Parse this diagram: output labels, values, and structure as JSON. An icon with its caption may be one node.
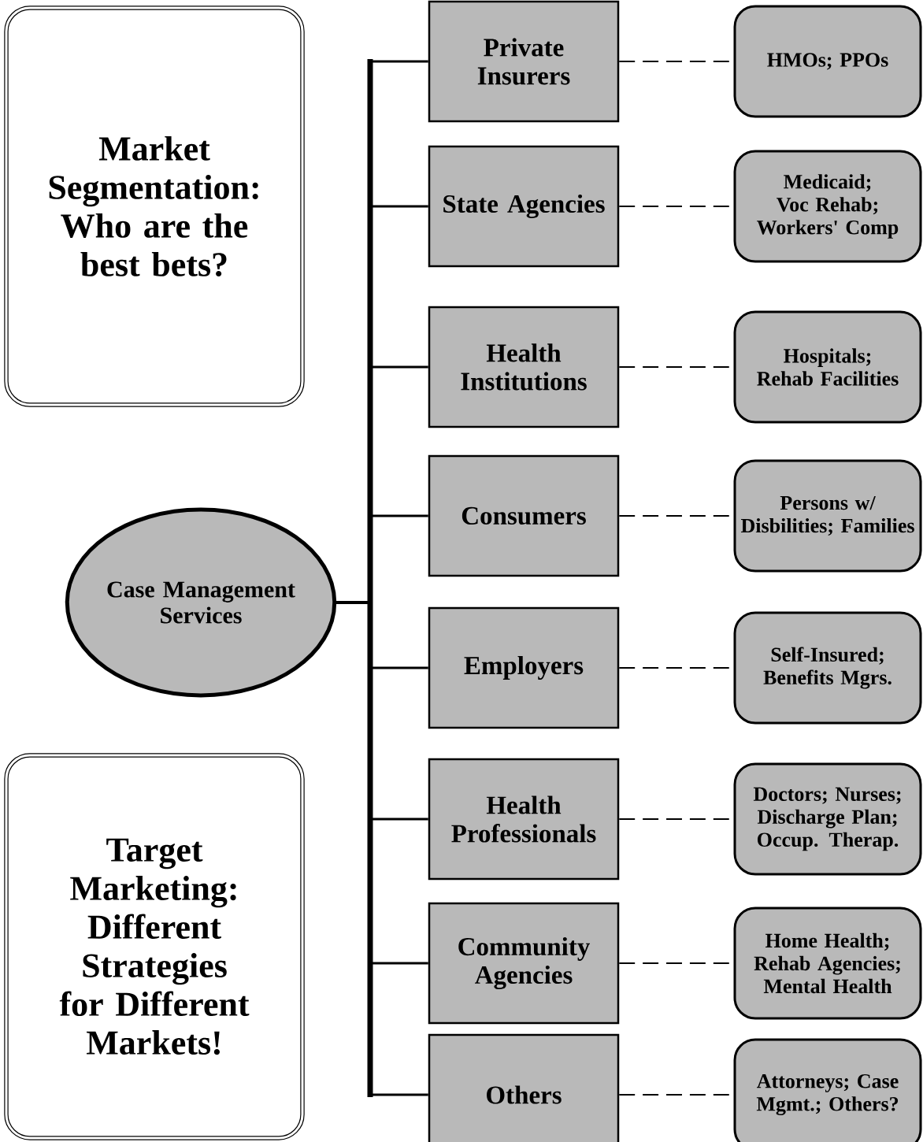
{
  "diagram": {
    "nodes": [
      {
        "text": [
          "Market Segmentation: Who are the best bets?"
        ]
      },
      {
        "text": [
          "Case Management Services"
        ]
      },
      {
        "text": [
          "Target Marketing: Different Strategies for Different Markets!"
        ]
      },
      {
        "text": [
          "Private Insurers"
        ]
      },
      {
        "text": [
          "HMOs; PPOs"
        ]
      },
      {
        "text": [
          "State Agencies"
        ]
      },
      {
        "text": [
          "Medicaid; Voc Rehab; Workers' Comp"
        ]
      },
      {
        "text": [
          "Health Institutions"
        ]
      },
      {
        "text": [
          "Hospitals; Rehab Facilities"
        ]
      },
      {
        "text": [
          "Consumers"
        ]
      },
      {
        "text": [
          "Persons w/ Disbilities; Families"
        ]
      },
      {
        "text": [
          "Employers"
        ]
      },
      {
        "text": [
          "Self-Insured; Benefits Mgrs."
        ]
      },
      {
        "text": [
          "Health Professionals"
        ]
      },
      {
        "text": [
          "Doctors; Nurses; Discharge Plan; Occup. Therap."
        ]
      },
      {
        "text": [
          "Community Agencies"
        ]
      },
      {
        "text": [
          "Home Health; Rehab Agencies; Mental Health"
        ]
      },
      {
        "text": [
          "Others"
        ]
      },
      {
        "text": [
          "Attorneys; Case Mgmt.; Others?"
        ]
      }
    ],
    "edges": [
      {
        "from": 1,
        "to": 3,
        "arrow": "none"
      },
      {
        "from": 1,
        "to": 5,
        "arrow": "none"
      },
      {
        "from": 1,
        "to": 7,
        "arrow": "none"
      },
      {
        "from": 1,
        "to": 9,
        "arrow": "none"
      },
      {
        "from": 1,
        "to": 11,
        "arrow": "none"
      },
      {
        "from": 1,
        "to": 13,
        "arrow": "none"
      },
      {
        "from": 1,
        "to": 15,
        "arrow": "none"
      },
      {
        "from": 1,
        "to": 17,
        "arrow": "none"
      },
      {
        "from": 3,
        "to": 4,
        "arrow": "none",
        "style": "dashed"
      },
      {
        "from": 5,
        "to": 6,
        "arrow": "none",
        "style": "dashed"
      },
      {
        "from": 7,
        "to": 8,
        "arrow": "none",
        "style": "dashed"
      },
      {
        "from": 9,
        "to": 10,
        "arrow": "none",
        "style": "dashed"
      },
      {
        "from": 11,
        "to": 12,
        "arrow": "none",
        "style": "dashed"
      },
      {
        "from": 13,
        "to": 14,
        "arrow": "none",
        "style": "dashed"
      },
      {
        "from": 15,
        "to": 16,
        "arrow": "none",
        "style": "dashed"
      },
      {
        "from": 17,
        "to": 18,
        "arrow": "none",
        "style": "dashed"
      }
    ]
  }
}
